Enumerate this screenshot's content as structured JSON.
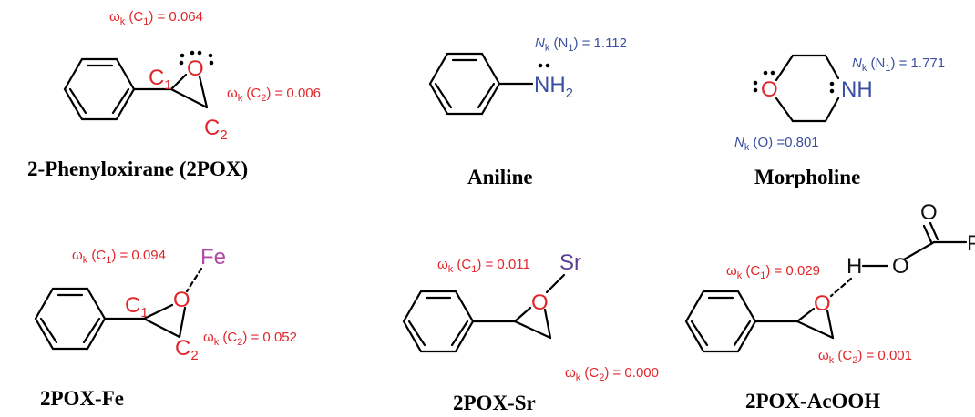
{
  "omega_symbol": "ω",
  "omega_sub": "k",
  "n_symbol": "N",
  "n_sub": "k",
  "colors": {
    "electrophilic": "#e0262b",
    "nucleophilic": "#3a4fa3",
    "fe": "#b04aa8",
    "sr": "#5a3f93"
  },
  "molecules": {
    "pox": {
      "name": "2-Phenyloxirane (2POX)",
      "atoms": {
        "o": "O",
        "c1": "C",
        "c1_sub": "1",
        "c2": "C",
        "c2_sub": "2"
      },
      "idx_c1": {
        "site": "(C",
        "sub": "1",
        "tail": ") = 0.064"
      },
      "idx_c2": {
        "site": "(C",
        "sub": "2",
        "tail": ") = 0.006"
      }
    },
    "aniline": {
      "name": "Aniline",
      "atoms": {
        "n": "NH",
        "n_sub": "2"
      },
      "idx_n1": {
        "site": "(N",
        "sub": "1",
        "tail": ") = 1.112"
      }
    },
    "morpholine": {
      "name": "Morpholine",
      "atoms": {
        "o": "O",
        "n": "NH"
      },
      "idx_n1": {
        "site": "(N",
        "sub": "1",
        "tail": ") = 1.771"
      },
      "idx_o": {
        "site": "(O) =0.801"
      }
    },
    "pox_fe": {
      "name": "2POX-Fe",
      "atoms": {
        "o": "O",
        "metal": "Fe",
        "c1": "C",
        "c1_sub": "1",
        "c2": "C",
        "c2_sub": "2"
      },
      "idx_c1": {
        "site": "(C",
        "sub": "1",
        "tail": ") = 0.094"
      },
      "idx_c2": {
        "site": "(C",
        "sub": "2",
        "tail": ") = 0.052"
      }
    },
    "pox_sr": {
      "name": "2POX-Sr",
      "atoms": {
        "o": "O",
        "metal": "Sr"
      },
      "idx_c1": {
        "site": "(C",
        "sub": "1",
        "tail": ") = 0.011"
      },
      "idx_c2": {
        "site": "(C",
        "sub": "2",
        "tail": ") = 0.000"
      }
    },
    "pox_acooh": {
      "name": "2POX-AcOOH",
      "atoms": {
        "o": "O",
        "h": "H",
        "o_acid": "O",
        "o_carbonyl": "O",
        "ph": "Ph"
      },
      "idx_c1": {
        "site": "(C",
        "sub": "1",
        "tail": ") = 0.029"
      },
      "idx_c2": {
        "site": "(C",
        "sub": "2",
        "tail": ") = 0.001"
      }
    }
  }
}
